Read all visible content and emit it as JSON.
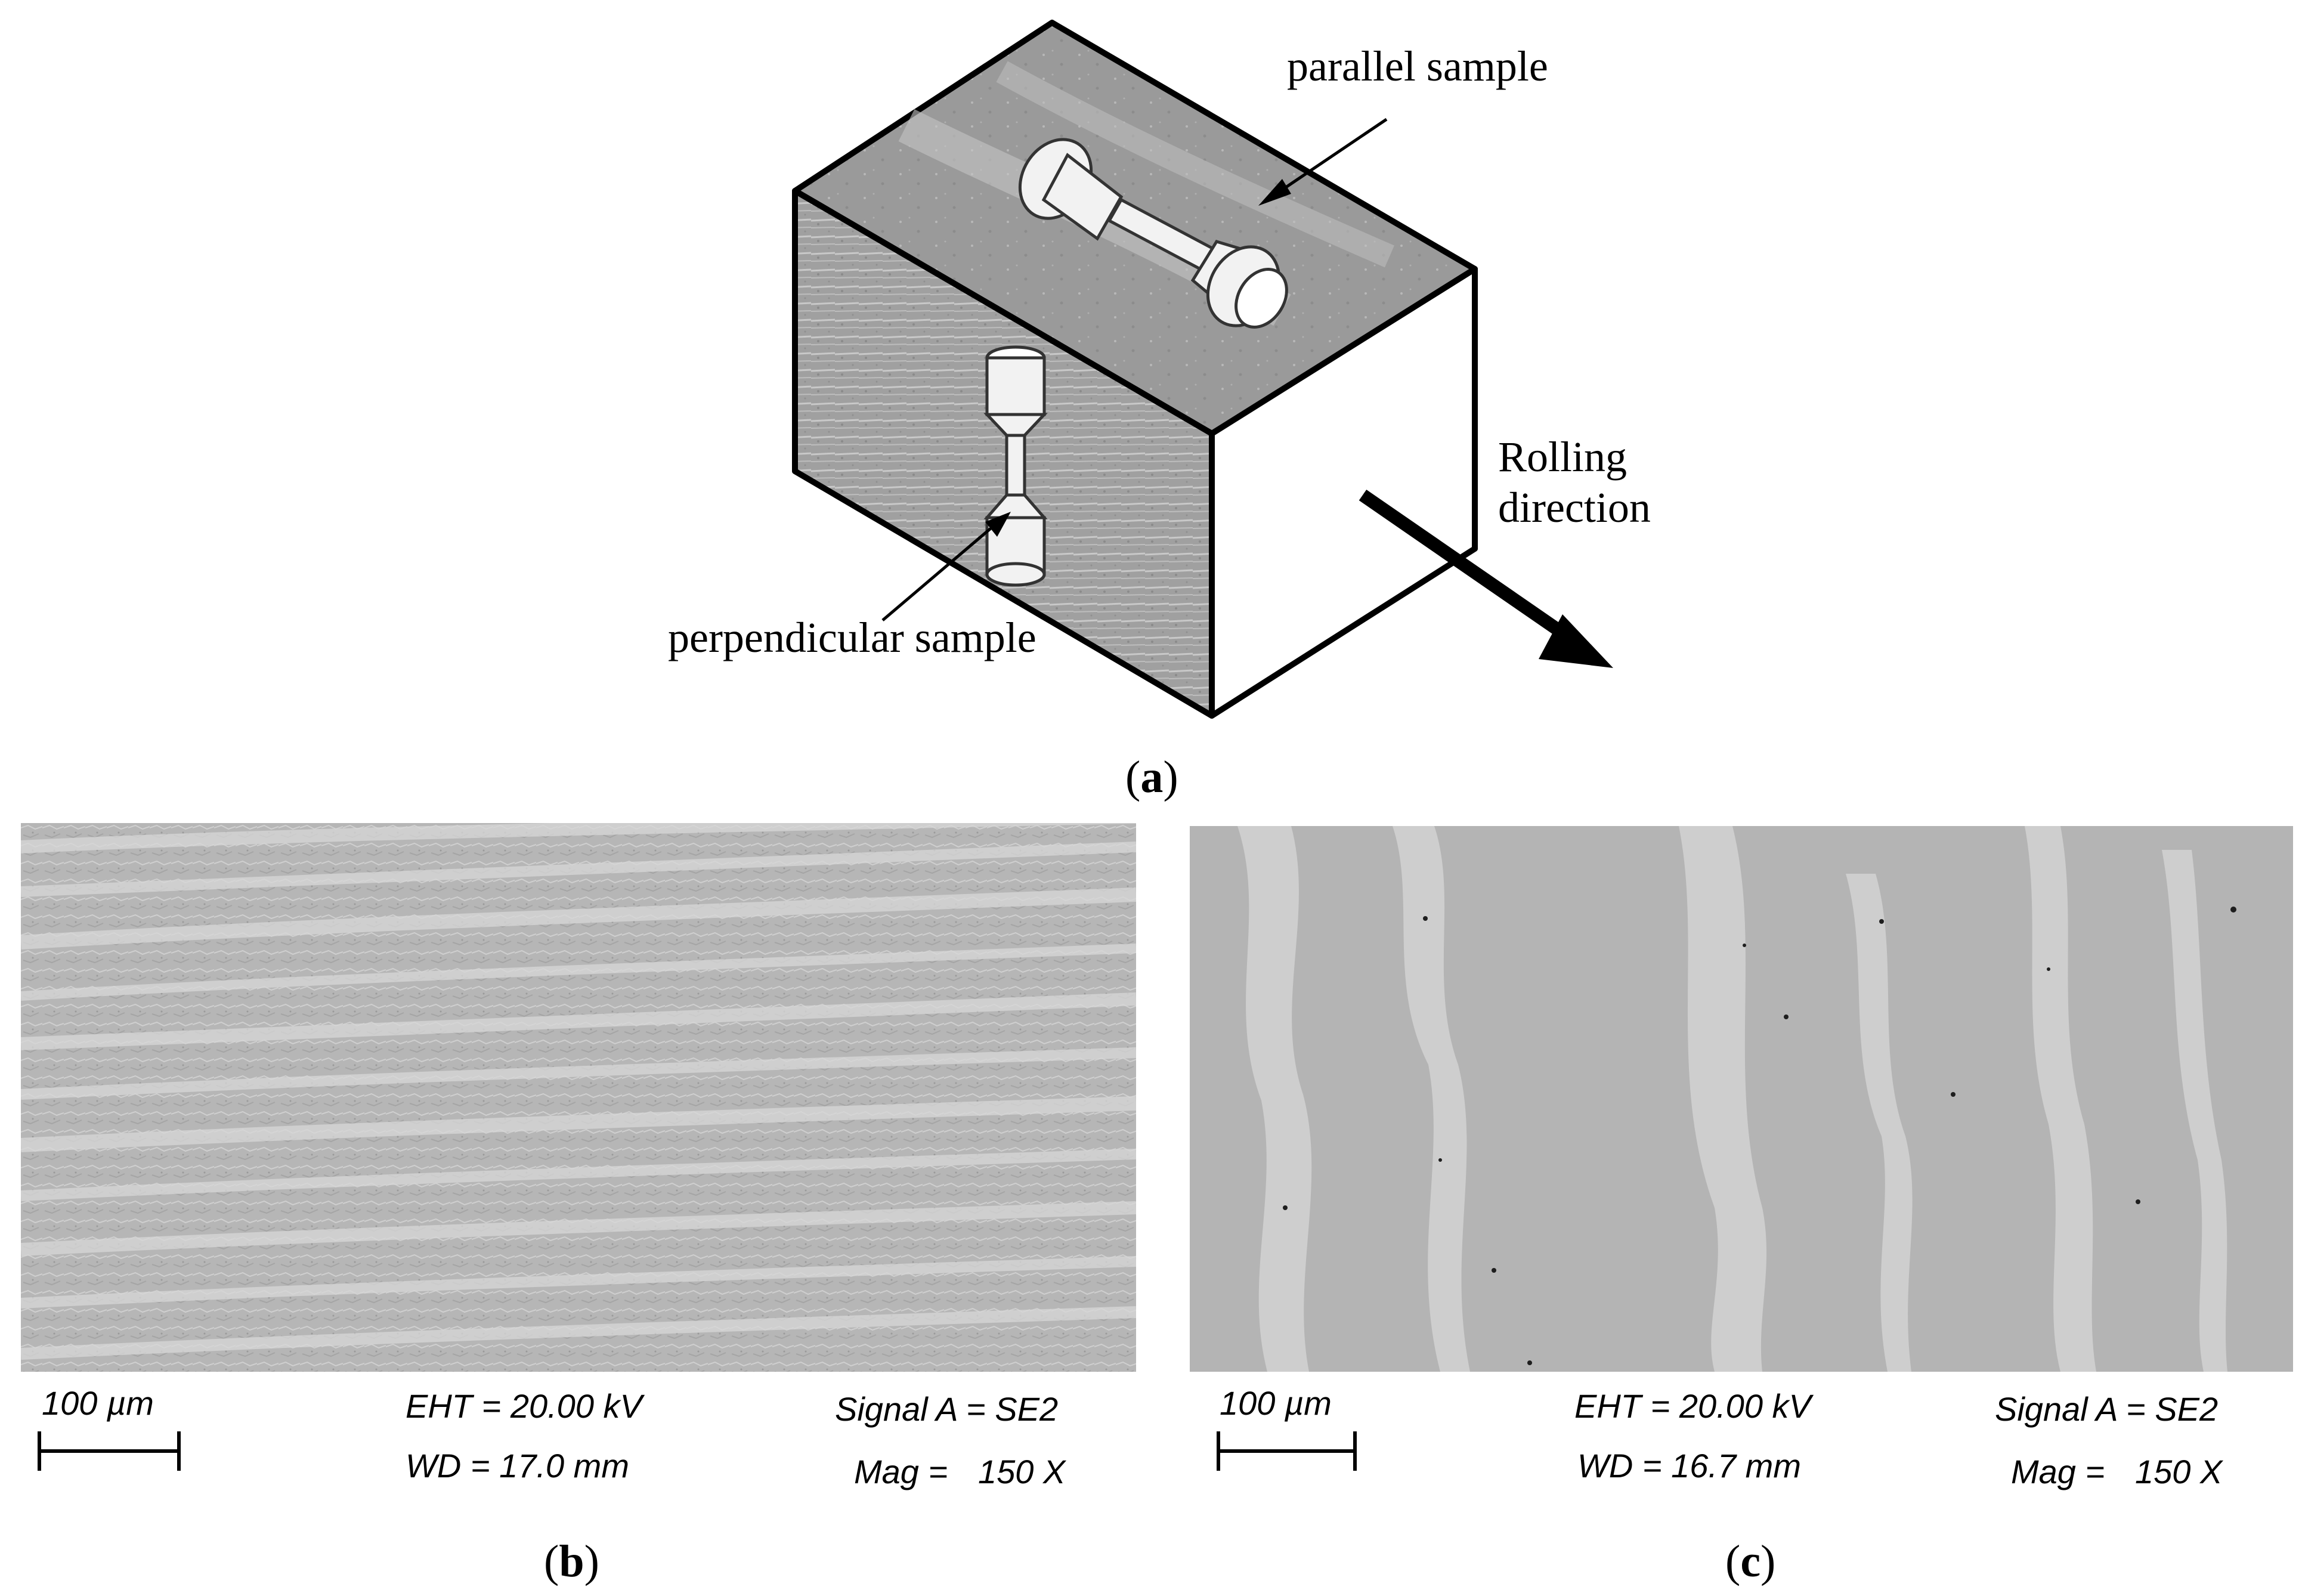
{
  "diagram": {
    "parallel_label": "parallel sample",
    "perpendicular_label": "perpendicular sample",
    "rolling_label_line1": "Rolling",
    "rolling_label_line2": "direction",
    "panel_a_letter": "a"
  },
  "sem_b": {
    "scale_label": "100 µm",
    "eht": "EHT = 20.00 kV",
    "wd": "WD = 17.0 mm",
    "signal": "Signal A = SE2",
    "mag_label": "Mag =",
    "mag_value": "150 X",
    "panel_letter": "b"
  },
  "sem_c": {
    "scale_label": "100 µm",
    "eht": "EHT = 20.00 kV",
    "wd": "WD = 16.7 mm",
    "signal": "Signal A = SE2",
    "mag_label": "Mag =",
    "mag_value": "150 X",
    "panel_letter": "c"
  },
  "colors": {
    "sem_background": "#b9b9b9",
    "banding_light": "#d4d4d4",
    "block_top": "#9c9c9c",
    "block_front": "#a8a8a8",
    "block_side": "#ffffff"
  }
}
